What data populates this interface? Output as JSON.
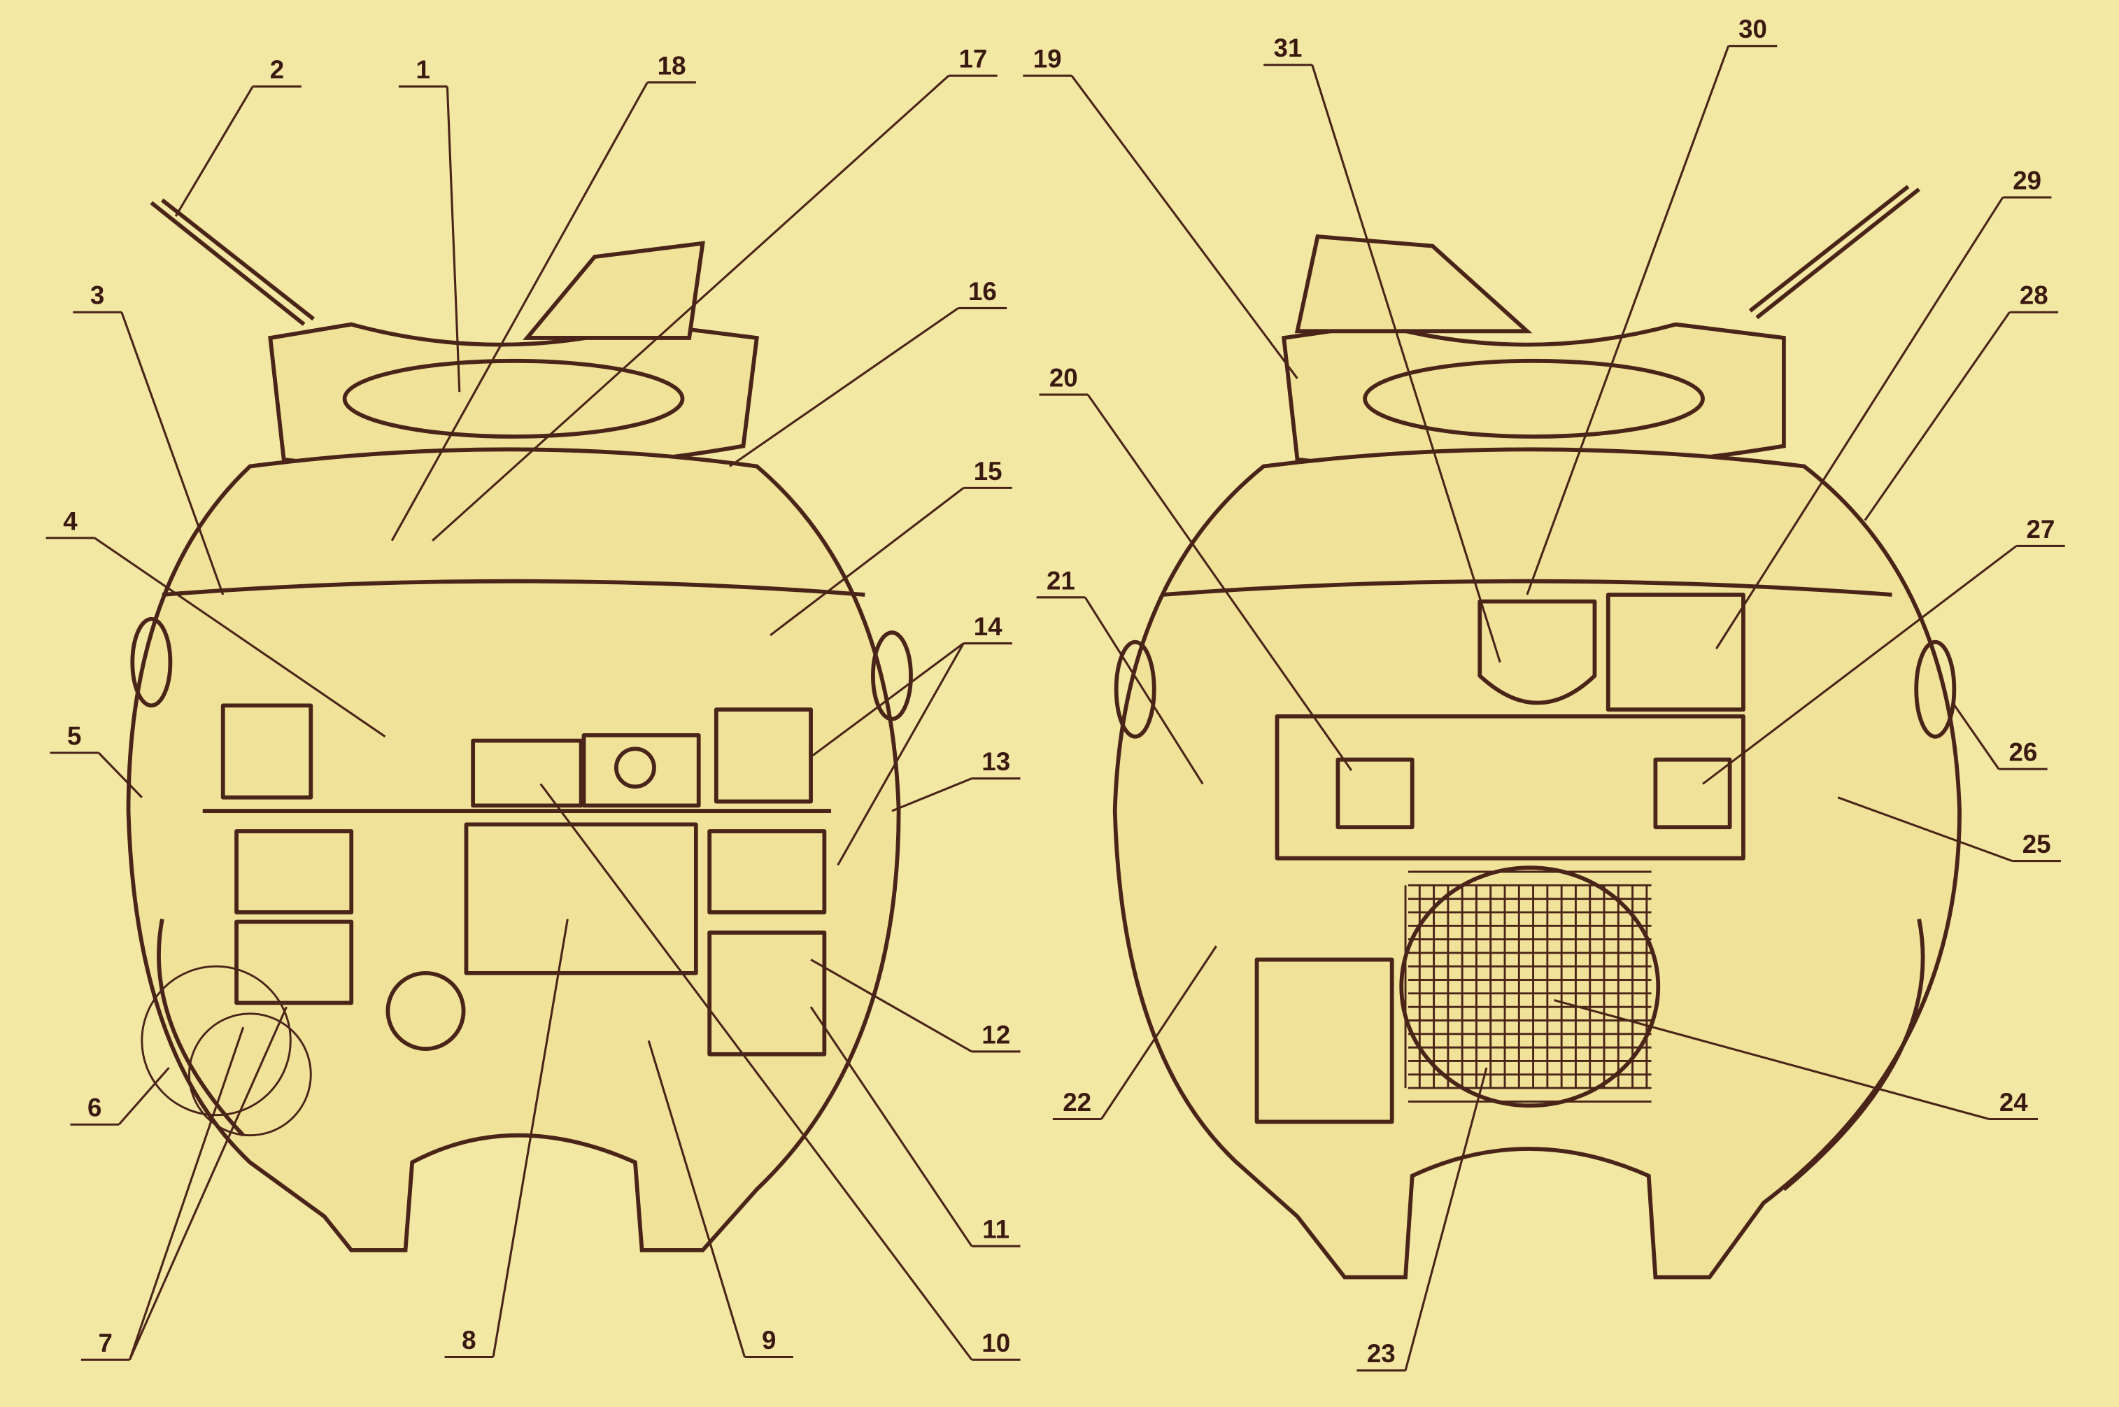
{
  "diagram": {
    "left_view_labels": [
      "1",
      "2",
      "3",
      "4",
      "5",
      "6",
      "7",
      "8",
      "9",
      "10",
      "11",
      "12",
      "13",
      "14",
      "15",
      "16",
      "17",
      "18"
    ],
    "right_view_labels": [
      "19",
      "20",
      "21",
      "22",
      "23",
      "24",
      "25",
      "26",
      "27",
      "28",
      "29",
      "30",
      "31"
    ],
    "colors": {
      "paper": "#f3e7a4",
      "ink": "#4a2418"
    }
  }
}
